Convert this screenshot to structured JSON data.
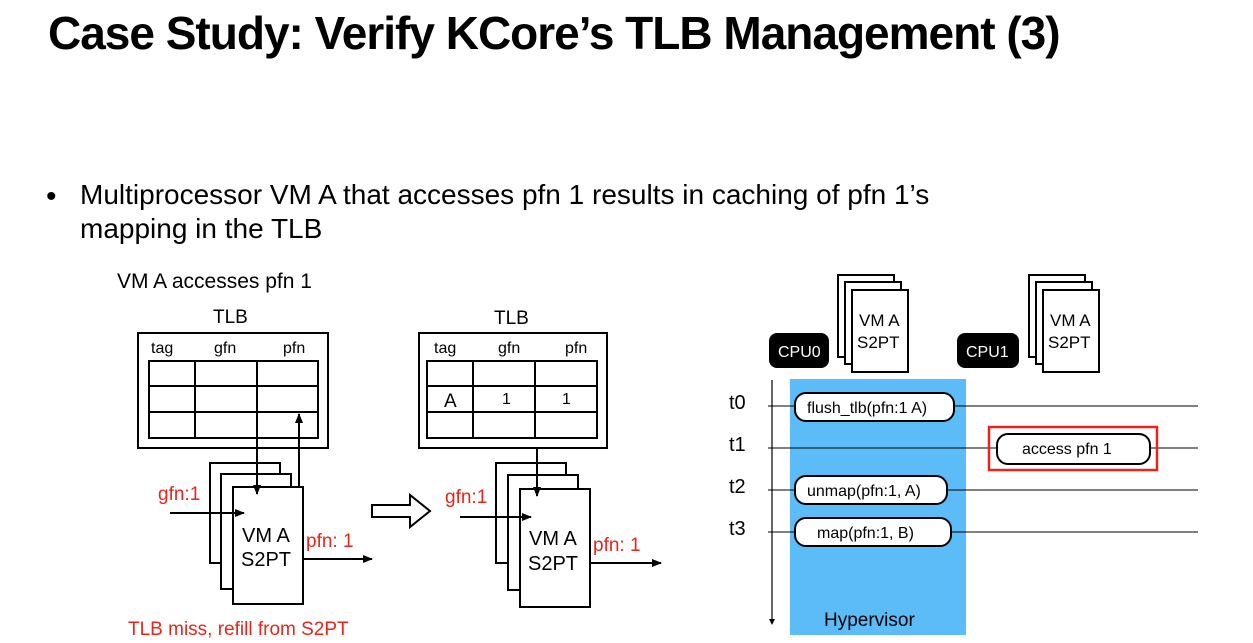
{
  "slide": {
    "title": "Case Study: Verify KCore’s TLB Management (3)",
    "bullet_line1": "Multiprocessor VM A that accesses pfn 1 results in caching of pfn 1’s",
    "bullet_line2": "mapping in the TLB"
  },
  "left_diagram": {
    "caption": "VM A accesses pfn 1",
    "tlb_title": "TLB",
    "columns": [
      "tag",
      "gfn",
      "pfn"
    ],
    "gfn_in": "gfn:1",
    "pfn_out": "pfn: 1",
    "s2pt_line1": "VM A",
    "s2pt_line2": "S2PT",
    "note": "TLB miss, refill from S2PT",
    "accent_color": "#e8251a"
  },
  "middle_diagram": {
    "tlb_title": "TLB",
    "columns": [
      "tag",
      "gfn",
      "pfn"
    ],
    "row": [
      "A",
      "1",
      "1"
    ],
    "gfn_in": "gfn:1",
    "pfn_out": "pfn: 1",
    "s2pt_line1": "VM A",
    "s2pt_line2": "S2PT"
  },
  "right_diagram": {
    "cpu0": "CPU0",
    "cpu1": "CPU1",
    "vm_line1": "VM A",
    "vm_line2": "S2PT",
    "times": [
      "t0",
      "t1",
      "t2",
      "t3"
    ],
    "ops": [
      "flush_tlb(pfn:1 A)",
      "unmap(pfn:1, A)",
      "map(pfn:1, B)"
    ],
    "cpu1_op": "access pfn 1",
    "hypervisor": "Hypervisor",
    "hypervisor_color": "#5bbcf8",
    "highlight_color": "#e8251a"
  }
}
